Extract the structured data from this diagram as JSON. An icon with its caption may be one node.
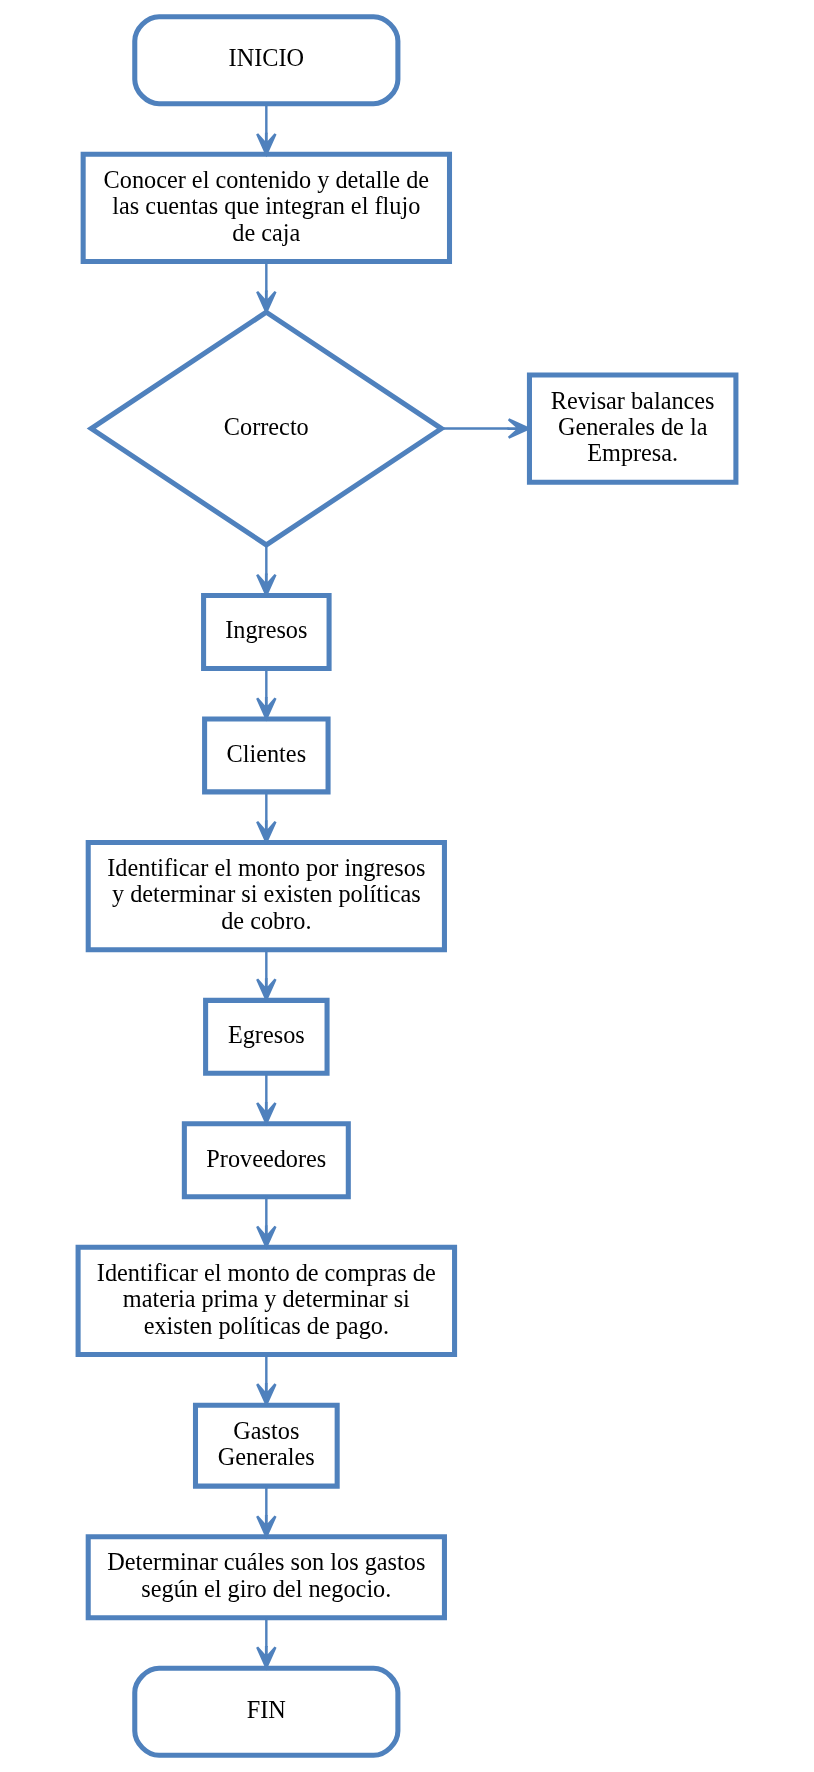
{
  "diagram": {
    "nodes": [
      {
        "text": [
          "INICIO"
        ]
      },
      {
        "text": [
          "Conocer el contenido y detalle de las cuentas que integran el flujo de caja"
        ]
      },
      {
        "text": [
          "Correcto"
        ]
      },
      {
        "text": [
          "Revisar balances Generales de la Empresa."
        ]
      },
      {
        "text": [
          "Ingresos"
        ]
      },
      {
        "text": [
          "Clientes"
        ]
      },
      {
        "text": [
          "Identificar el monto por ingresos y determinar si existen políticas de cobro."
        ]
      },
      {
        "text": [
          "Egresos"
        ]
      },
      {
        "text": [
          "Proveedores"
        ]
      },
      {
        "text": [
          "Identificar el monto de compras de materia prima y determinar si existen políticas de pago."
        ]
      },
      {
        "text": [
          "Gastos Generales"
        ]
      },
      {
        "text": [
          "Determinar cuáles son los gastos según el giro del negocio."
        ]
      },
      {
        "text": [
          "FIN"
        ]
      }
    ],
    "edges": [
      {
        "from": 0,
        "to": 1,
        "arrow": "to"
      },
      {
        "from": 1,
        "to": 2,
        "arrow": "to"
      },
      {
        "from": 2,
        "to": 3,
        "arrow": "to"
      },
      {
        "from": 2,
        "to": 4,
        "arrow": "to"
      },
      {
        "from": 4,
        "to": 5,
        "arrow": "to"
      },
      {
        "from": 5,
        "to": 6,
        "arrow": "to"
      },
      {
        "from": 6,
        "to": 7,
        "arrow": "to"
      },
      {
        "from": 7,
        "to": 8,
        "arrow": "to"
      },
      {
        "from": 8,
        "to": 9,
        "arrow": "to"
      },
      {
        "from": 9,
        "to": 10,
        "arrow": "to"
      },
      {
        "from": 10,
        "to": 11,
        "arrow": "to"
      },
      {
        "from": 11,
        "to": 12,
        "arrow": "to"
      }
    ]
  }
}
